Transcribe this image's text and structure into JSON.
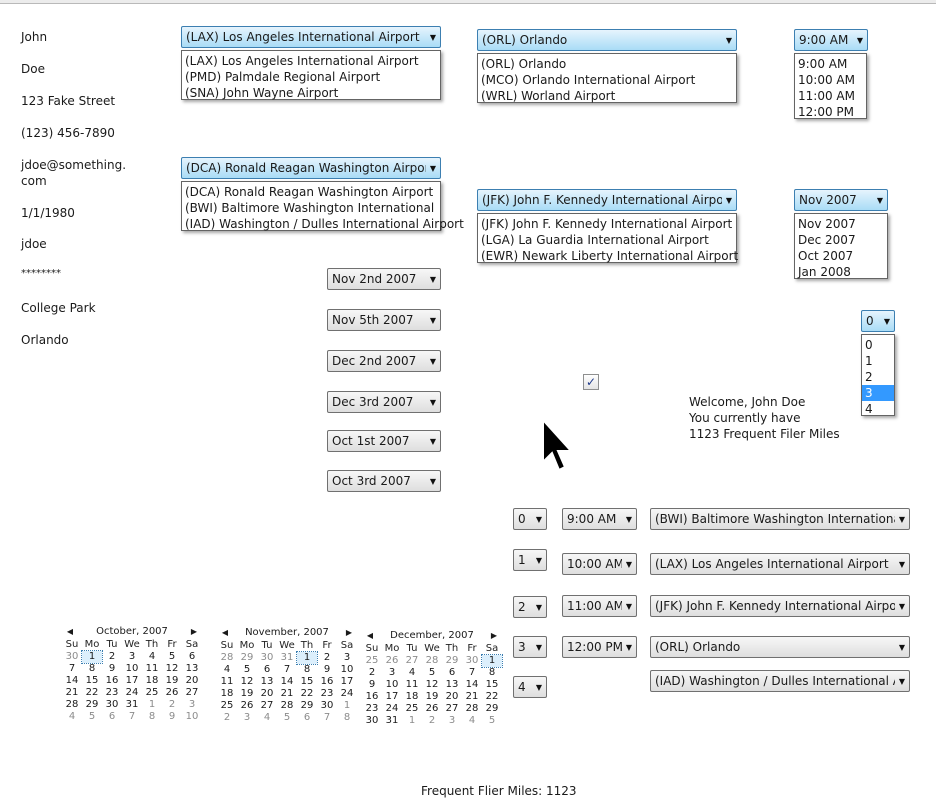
{
  "profile": {
    "first_name": "John",
    "last_name": "Doe",
    "street": "123 Fake Street",
    "phone": "(123) 456-7890",
    "email_line1": "jdoe@something.",
    "email_line2": "com",
    "birthdate": "1/1/1980",
    "username": "jdoe",
    "password": "********",
    "city1": "College Park",
    "city2": "Orlando"
  },
  "depart1": {
    "selected": "(LAX) Los Angeles International Airport",
    "options": [
      "(LAX) Los Angeles International Airport",
      "(PMD) Palmdale Regional Airport",
      "(SNA) John Wayne Airport"
    ]
  },
  "arrive1": {
    "selected": "(ORL) Orlando",
    "options": [
      "(ORL) Orlando",
      "(MCO) Orlando International Airport",
      "(WRL) Worland Airport"
    ]
  },
  "time1": {
    "selected": "9:00 AM",
    "options": [
      "9:00 AM",
      "10:00 AM",
      "11:00 AM",
      "12:00 PM"
    ]
  },
  "depart2": {
    "selected": "(DCA) Ronald Reagan Washington Airport",
    "options": [
      "(DCA) Ronald Reagan Washington Airport",
      "(BWI) Baltimore Washington International",
      "(IAD) Washington / Dulles International Airport"
    ]
  },
  "arrive2": {
    "selected": "(JFK) John F. Kennedy International Airport",
    "options": [
      "(JFK) John F. Kennedy International Airport",
      "(LGA) La Guardia International Airport",
      "(EWR) Newark Liberty International Airport"
    ]
  },
  "month": {
    "selected": "Nov 2007",
    "options": [
      "Nov 2007",
      "Dec 2007",
      "Oct 2007",
      "Jan 2008"
    ]
  },
  "dates": [
    "Nov 2nd 2007",
    "Nov 5th 2007",
    "Dec 2nd 2007",
    "Dec 3rd 2007",
    "Oct 1st 2007",
    "Oct 3rd 2007"
  ],
  "count": {
    "selected": "0",
    "options": [
      "0",
      "1",
      "2",
      "3",
      "4"
    ],
    "highlighted_index": 3
  },
  "welcome": {
    "line1": "Welcome, John Doe",
    "line2": "You currently have",
    "line3": "1123 Frequent Filer Miles"
  },
  "legs": [
    {
      "num": "0",
      "time": "9:00 AM",
      "airport": "(BWI) Baltimore Washington International"
    },
    {
      "num": "1",
      "time": "10:00 AM",
      "airport": "(LAX) Los Angeles International Airport"
    },
    {
      "num": "2",
      "time": "11:00 AM",
      "airport": "(JFK) John F. Kennedy International Airport"
    },
    {
      "num": "3",
      "time": "12:00 PM",
      "airport": "(ORL) Orlando"
    },
    {
      "num": "4",
      "time": "",
      "airport": "(IAD) Washington / Dulles International Airpo"
    }
  ],
  "calendars": [
    {
      "title": "October, 2007",
      "days": [
        "Su",
        "Mo",
        "Tu",
        "We",
        "Th",
        "Fr",
        "Sa"
      ],
      "cells": [
        "30",
        "1",
        "2",
        "3",
        "4",
        "5",
        "6",
        "7",
        "8",
        "9",
        "10",
        "11",
        "12",
        "13",
        "14",
        "15",
        "16",
        "17",
        "18",
        "19",
        "20",
        "21",
        "22",
        "23",
        "24",
        "25",
        "26",
        "27",
        "28",
        "29",
        "30",
        "31",
        "1",
        "2",
        "3",
        "4",
        "5",
        "6",
        "7",
        "8",
        "9",
        "10"
      ],
      "other_month_indices": [
        0,
        32,
        33,
        34,
        35,
        36,
        37,
        38,
        39,
        40,
        41
      ],
      "today_index": 1
    },
    {
      "title": "November, 2007",
      "days": [
        "Su",
        "Mo",
        "Tu",
        "We",
        "Th",
        "Fr",
        "Sa"
      ],
      "cells": [
        "28",
        "29",
        "30",
        "31",
        "1",
        "2",
        "3",
        "4",
        "5",
        "6",
        "7",
        "8",
        "9",
        "10",
        "11",
        "12",
        "13",
        "14",
        "15",
        "16",
        "17",
        "18",
        "19",
        "20",
        "21",
        "22",
        "23",
        "24",
        "25",
        "26",
        "27",
        "28",
        "29",
        "30",
        "1",
        "2",
        "3",
        "4",
        "5",
        "6",
        "7",
        "8"
      ],
      "other_month_indices": [
        0,
        1,
        2,
        3,
        34,
        35,
        36,
        37,
        38,
        39,
        40,
        41
      ],
      "today_index": 4
    },
    {
      "title": "December, 2007",
      "days": [
        "Su",
        "Mo",
        "Tu",
        "We",
        "Th",
        "Fr",
        "Sa"
      ],
      "cells": [
        "25",
        "26",
        "27",
        "28",
        "29",
        "30",
        "1",
        "2",
        "3",
        "4",
        "5",
        "6",
        "7",
        "8",
        "9",
        "10",
        "11",
        "12",
        "13",
        "14",
        "15",
        "16",
        "17",
        "18",
        "19",
        "20",
        "21",
        "22",
        "23",
        "24",
        "25",
        "26",
        "27",
        "28",
        "29",
        "30",
        "31",
        "1",
        "2",
        "3",
        "4",
        "5"
      ],
      "other_month_indices": [
        0,
        1,
        2,
        3,
        4,
        5,
        37,
        38,
        39,
        40,
        41
      ],
      "today_index": 6
    }
  ],
  "miles_label": "Frequent Flier Miles: 1123",
  "icons": {
    "dropdown": "chevron-down-icon",
    "calendar_prev": "chevron-left-icon",
    "calendar_next": "chevron-right-icon",
    "checkbox": "checkmark-icon",
    "cursor": "mouse-pointer-icon"
  },
  "colors": {
    "combo_open": "#a9dcf6",
    "selection": "#3399ff"
  }
}
